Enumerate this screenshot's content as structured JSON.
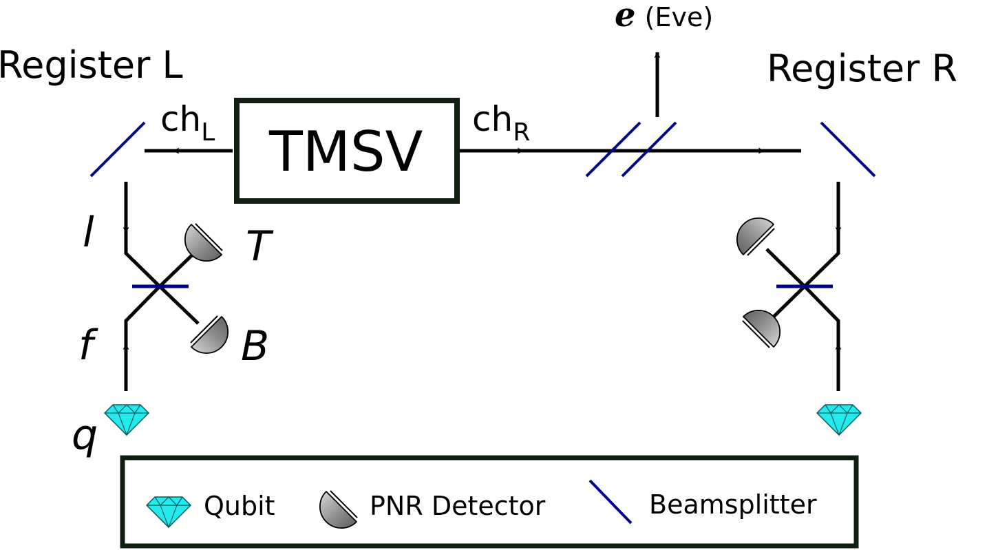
{
  "registers": {
    "left_title": "Register L",
    "right_title": "Register R"
  },
  "source": {
    "label": "TMSV",
    "channel_left_main": "ch",
    "channel_left_sub": "L",
    "channel_right_main": "ch",
    "channel_right_sub": "R"
  },
  "eve": {
    "symbol": "e",
    "label": "(Eve)"
  },
  "modes": {
    "l": "l",
    "t": "T",
    "f": "f",
    "b": "B",
    "q": "q"
  },
  "legend": {
    "qubit": "Qubit",
    "detector": "PNR Detector",
    "beamsplitter": "Beamsplitter"
  },
  "colors": {
    "line": "#000000",
    "box_border": "#0f1f0f",
    "beamsplitter": "#00008b",
    "qubit_fill": "#22ebee",
    "detector_fill": "#9a9a9a"
  },
  "icons": {
    "qubit": "diamond-gem-icon",
    "detector": "half-disk-detector-icon",
    "beamsplitter": "diagonal-line-icon"
  }
}
